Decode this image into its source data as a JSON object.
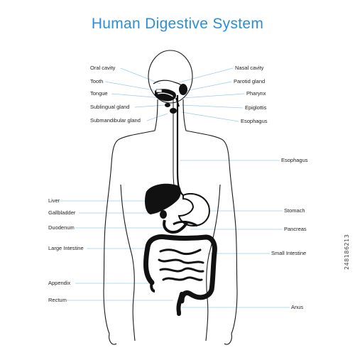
{
  "title": "Human Digestive System",
  "stock_id": "248186213",
  "colors": {
    "title": "#2a8fd8",
    "leader_lines": "#9ccbe9",
    "outline": "#1a1a1a",
    "organs": "#111111"
  },
  "labels_top_left": [
    "Oral cavity",
    "Tooth",
    "Tongue",
    "Sublingual gland",
    "Submandibular gland"
  ],
  "labels_top_right": [
    "Nasal cavity",
    "Parotid gland",
    "Pharynx",
    "Epiglottis",
    "Esophagus"
  ],
  "labels_left": [
    "Liver",
    "Gallbladder",
    "Duodenum",
    "Large Intestine",
    "Appendix",
    "Rectum"
  ],
  "labels_right": [
    "Esophagus",
    "Stomach",
    "Pancreas",
    "Small Intestine",
    "Anus"
  ]
}
